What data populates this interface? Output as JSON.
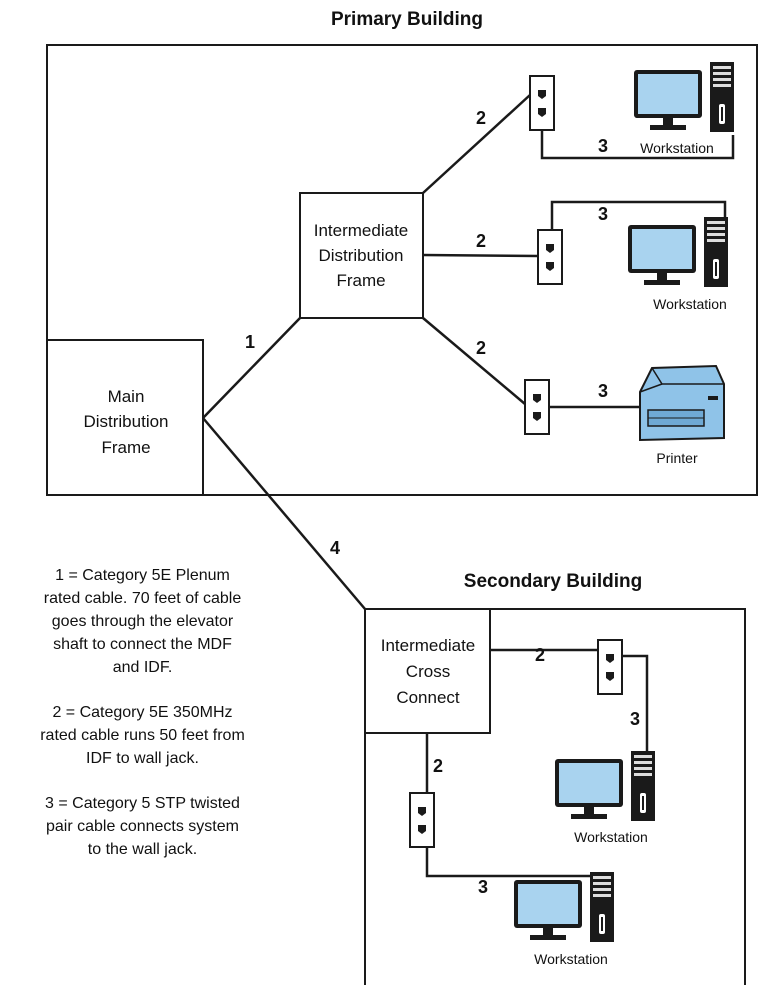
{
  "primary_building": {
    "title": "Primary Building"
  },
  "secondary_building": {
    "title": "Secondary Building"
  },
  "mdf": {
    "lines": [
      "Main",
      "Distribution",
      "Frame"
    ]
  },
  "idf": {
    "lines": [
      "Intermediate",
      "Distribution",
      "Frame"
    ]
  },
  "icc": {
    "lines": [
      "Intermediate",
      "Cross",
      "Connect"
    ]
  },
  "cable_labels": {
    "one": "1",
    "two": "2",
    "three": "3",
    "four": "4"
  },
  "devices": {
    "workstation": "Workstation",
    "printer": "Printer"
  },
  "legend": {
    "item1": [
      "1 = Category 5E Plenum",
      "rated cable. 70 feet of cable",
      "goes through the elevator",
      "shaft to connect the MDF",
      "and IDF."
    ],
    "item2": [
      "2 = Category 5E 350MHz",
      "rated cable runs 50 feet from",
      "IDF to wall jack."
    ],
    "item3": [
      "3 = Category 5 STP twisted",
      "pair cable connects system",
      "to the wall jack."
    ]
  },
  "colors": {
    "line": "#1a1a1a",
    "monitor_screen": "#a9d3ef",
    "printer_body": "#8fc3e8",
    "box_fill": "#ffffff"
  }
}
